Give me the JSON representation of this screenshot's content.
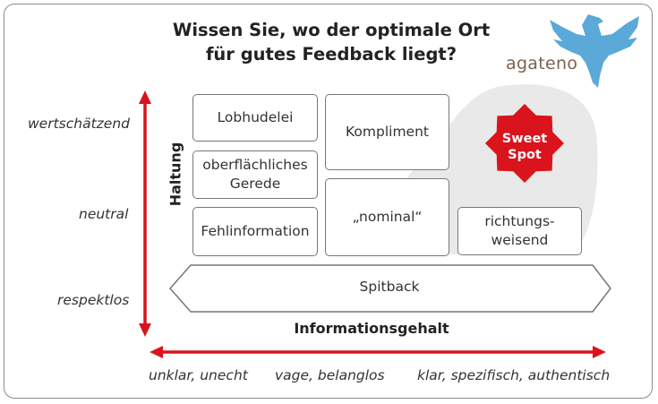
{
  "title": {
    "line1": "Wissen Sie, wo der optimale Ort",
    "line2": "für gutes Feedback liegt?"
  },
  "brand": {
    "name": "agateno",
    "logo_icon": "eagle-logo",
    "colors": {
      "eagle": "#5aa9d8",
      "text": "#7a6252"
    }
  },
  "y_axis": {
    "title": "Haltung",
    "levels": [
      "wertschätzend",
      "neutral",
      "respektlos"
    ]
  },
  "x_axis": {
    "title": "Informationsgehalt",
    "levels": [
      "unklar, unecht",
      "vage, belanglos",
      "klar, spezifisch, authentisch"
    ]
  },
  "boxes": {
    "lobhudelei": "Lobhudelei",
    "oberflaechliches_line1": "oberflächliches",
    "oberflaechliches_line2": "Gerede",
    "fehlinformation": "Fehlinformation",
    "kompliment": "Kompliment",
    "nominal": "„nominal“",
    "richtungsweisend_line1": "richtungs-",
    "richtungsweisend_line2": "weisend",
    "spitback": "Spitback"
  },
  "sweet_spot": {
    "line1": "Sweet",
    "line2": "Spot"
  },
  "colors": {
    "accent_red": "#d9141c",
    "sweet_zone": "#e9e9e9",
    "box_border": "#777777",
    "frame": "#8a8a8a"
  }
}
